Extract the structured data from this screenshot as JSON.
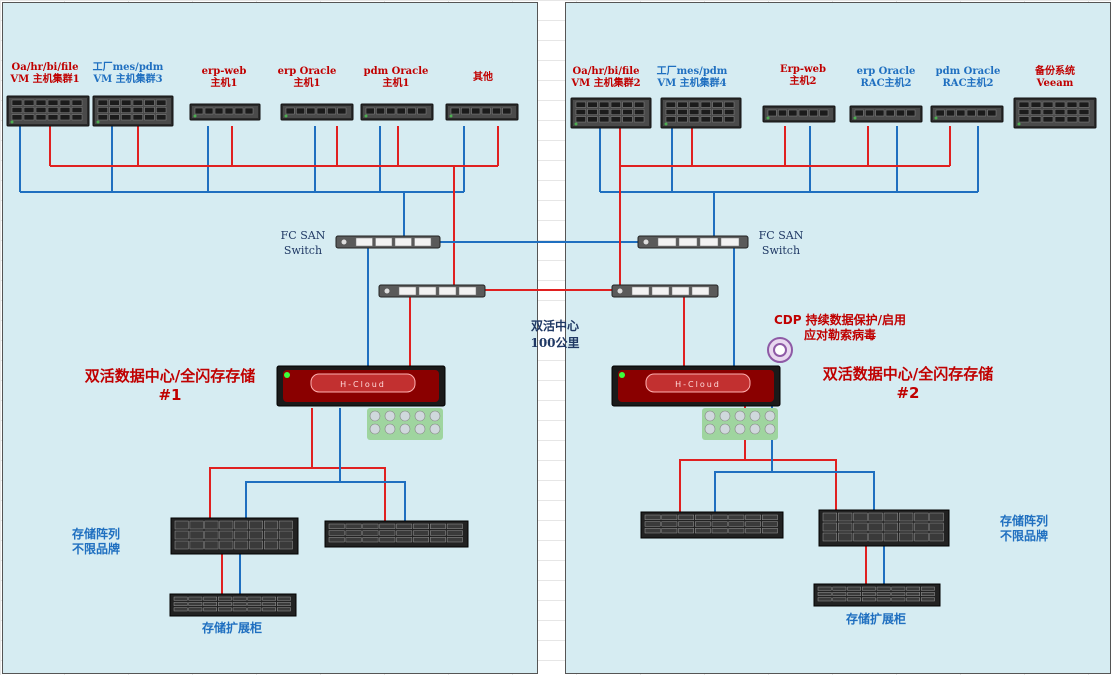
{
  "colors": {
    "fc_link": "#1f6fc0",
    "data_link": "#e02020",
    "panel_bg": "#d6ecf2",
    "label_red": "#c00000",
    "label_blue": "#1f6fc0"
  },
  "left": {
    "hosts": [
      {
        "line1": "Oa/hr/bi/file",
        "line2": "VM 主机集群1",
        "color": "red"
      },
      {
        "line1": "工厂mes/pdm",
        "line2": "VM 主机集群3",
        "color": "blue"
      },
      {
        "line1": "erp-web",
        "line2": "主机1",
        "color": "red"
      },
      {
        "line1": "erp Oracle",
        "line2": "主机1",
        "color": "red"
      },
      {
        "line1": "pdm  Oracle",
        "line2": "主机1",
        "color": "red"
      },
      {
        "line1": "其他",
        "line2": "",
        "color": "red"
      }
    ],
    "switch_label": [
      "FC SAN",
      "Switch"
    ],
    "storage_title": [
      "双活数据中心/全闪存存储",
      "#1"
    ],
    "array_label": [
      "存储阵列",
      "不限品牌"
    ],
    "expansion_label": "存储扩展柜"
  },
  "right": {
    "hosts": [
      {
        "line1": "Oa/hr/bi/file",
        "line2": "VM 主机集群2",
        "color": "red"
      },
      {
        "line1": "工厂mes/pdm",
        "line2": "VM 主机集群4",
        "color": "blue"
      },
      {
        "line1": "Erp-web",
        "line2": "主机2",
        "color": "red"
      },
      {
        "line1": "erp Oracle",
        "line2": "RAC主机2",
        "color": "blue"
      },
      {
        "line1": "pdm  Oracle",
        "line2": "RAC主机2",
        "color": "blue"
      },
      {
        "line1": "备份系统",
        "line2": "Veeam",
        "color": "red"
      }
    ],
    "switch_label": [
      "FC SAN",
      "Switch"
    ],
    "cdp_label": [
      "CDP 持续数据保护/启用",
      "应对勒索病毒"
    ],
    "storage_title": [
      "双活数据中心/全闪存存储",
      "#2"
    ],
    "array_label": [
      "存储阵列",
      "不限品牌"
    ],
    "expansion_label": "存储扩展柜"
  },
  "center": {
    "line1": "双活中心",
    "line2": "100公里"
  },
  "storage_brand": "H-Cloud"
}
